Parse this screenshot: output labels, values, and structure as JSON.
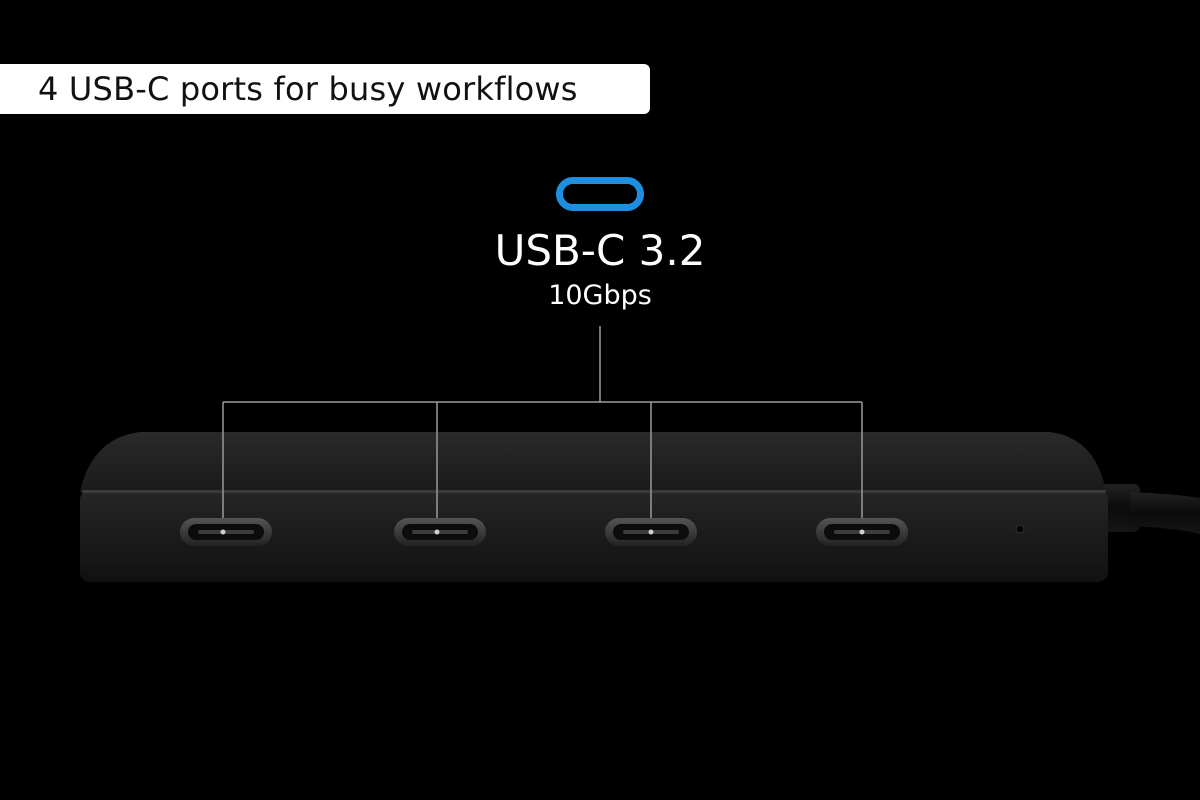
{
  "headline": {
    "text": "4 USB-C ports for busy workflows"
  },
  "spec": {
    "title": "USB-C 3.2",
    "speed": "10Gbps"
  },
  "icons": {
    "port": "usb-c-port-icon",
    "accent_color": "#1e8fe0"
  },
  "product": {
    "name": "usb-c-hub",
    "port_count": 4,
    "body_color": "#1c1c1c"
  }
}
